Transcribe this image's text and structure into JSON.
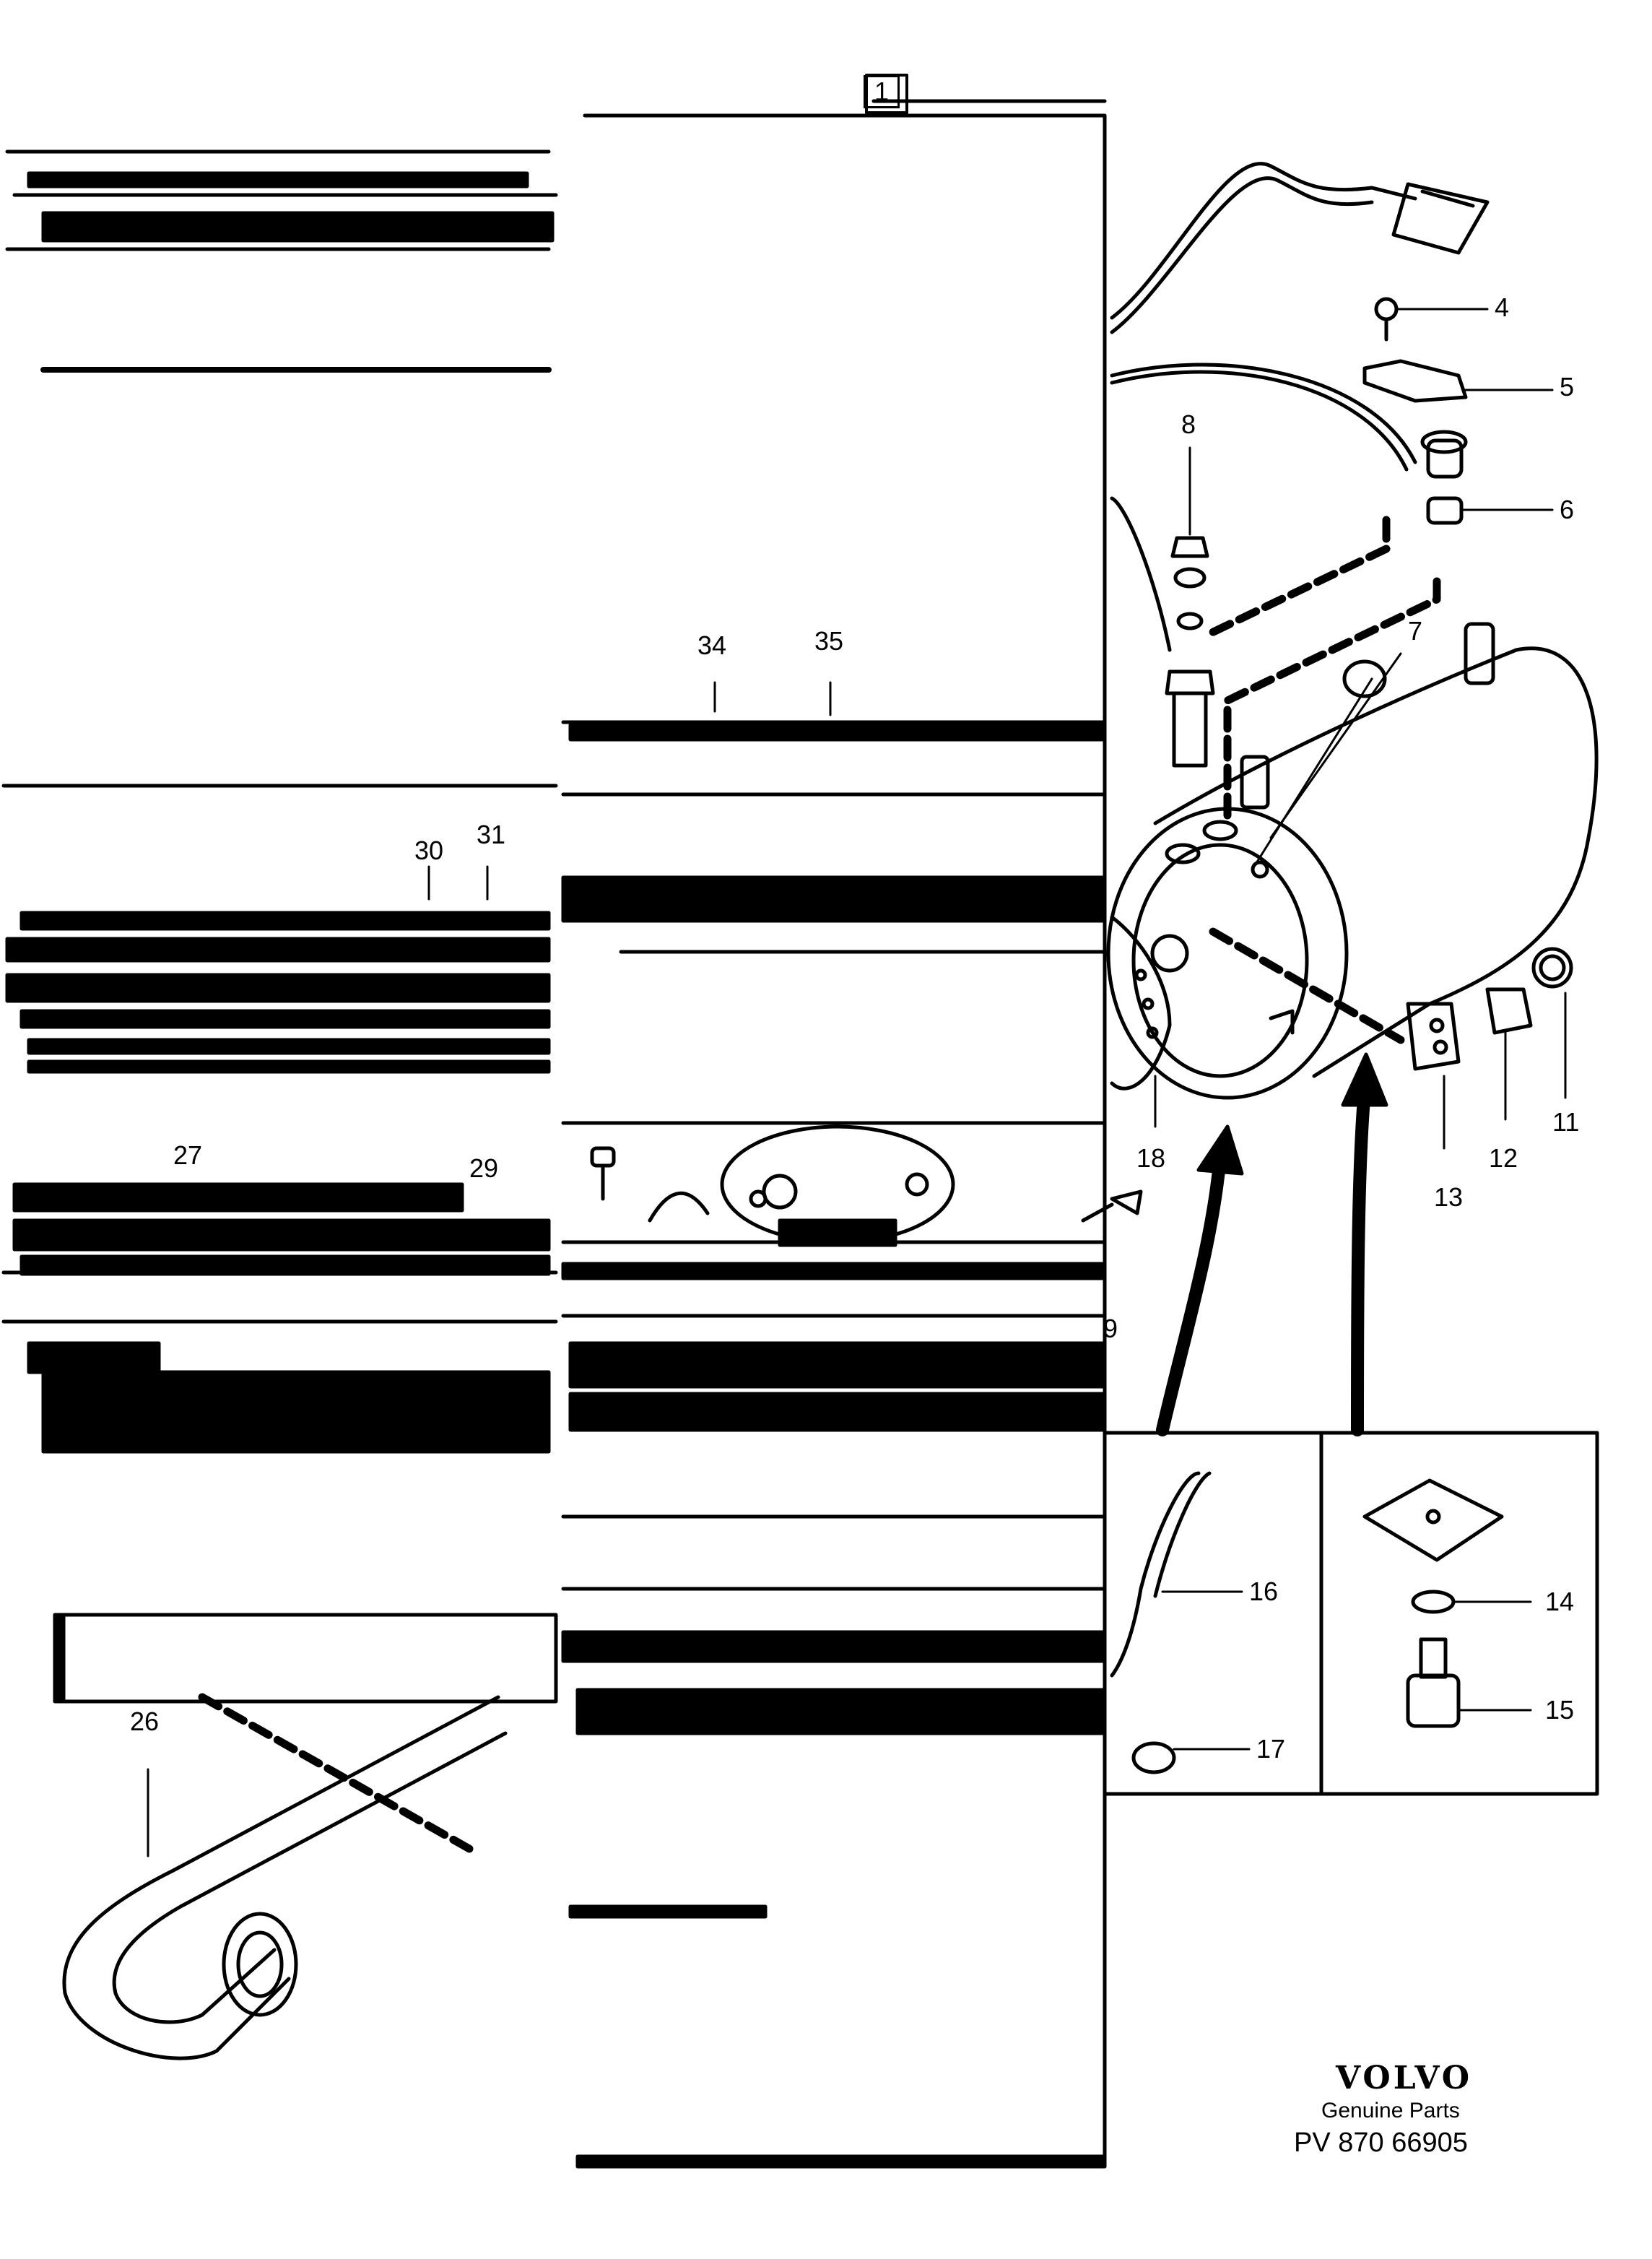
{
  "diagram": {
    "frame_label": "1",
    "callouts": [
      {
        "n": "4"
      },
      {
        "n": "5"
      },
      {
        "n": "6"
      },
      {
        "n": "7"
      },
      {
        "n": "8"
      },
      {
        "n": "9"
      },
      {
        "n": "11"
      },
      {
        "n": "12"
      },
      {
        "n": "13"
      },
      {
        "n": "14"
      },
      {
        "n": "15"
      },
      {
        "n": "16"
      },
      {
        "n": "17"
      },
      {
        "n": "18"
      },
      {
        "n": "26"
      },
      {
        "n": "27"
      },
      {
        "n": "29"
      },
      {
        "n": "30"
      },
      {
        "n": "31"
      },
      {
        "n": "34"
      },
      {
        "n": "35"
      }
    ]
  },
  "footer": {
    "brand": "VOLVO",
    "tagline": "Genuine Parts",
    "part_number": "PV 870 66905"
  },
  "colors": {
    "ink": "#000000",
    "paper": "#ffffff"
  }
}
